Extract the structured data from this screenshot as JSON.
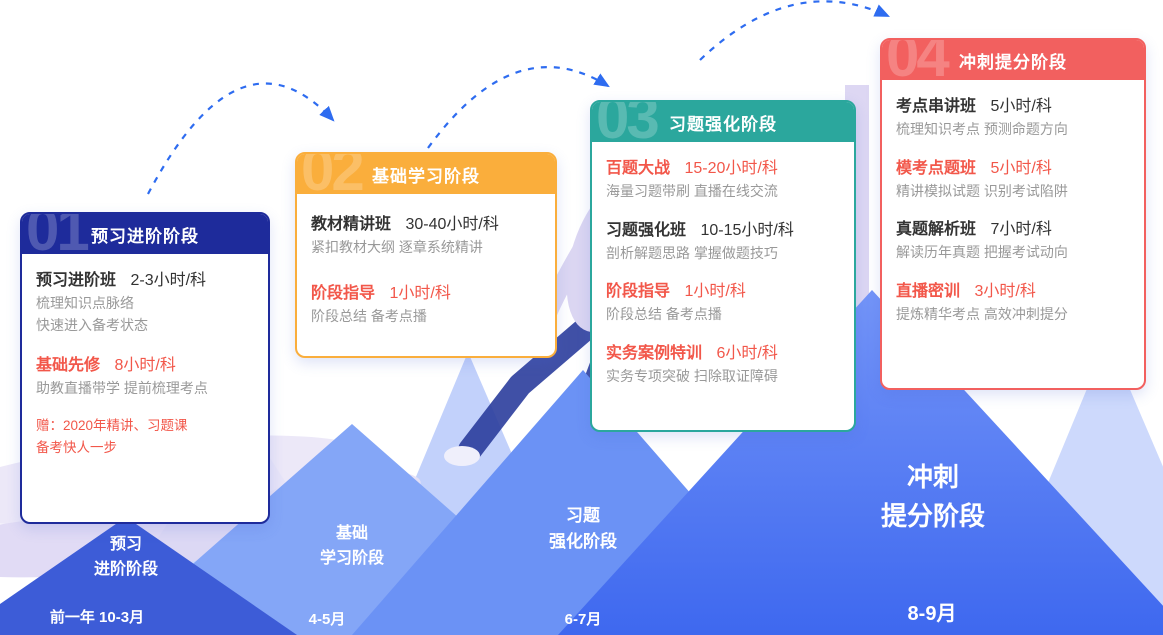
{
  "colors": {
    "accent_red": "#F2574A",
    "text_dark": "#333333",
    "text_gray": "#999999",
    "arrow_blue": "#2E6CF0",
    "card_themes": {
      "stage1": "#1E2B9B",
      "stage2": "#FAAE3C",
      "stage3": "#2BA79D",
      "stage4": "#F2605F"
    },
    "mountain_dark": "#3D5CD7",
    "mountain_light": "#84A6F7",
    "mountain_medium": "#6B92F5",
    "mountain_main_top": "#7495F8",
    "mountain_main_bottom": "#3E68EF"
  },
  "cards": [
    {
      "number": "01",
      "title": "预习进阶阶段",
      "items": [
        {
          "name": "预习进阶班",
          "time": "2-3小时/科",
          "accent": false,
          "desc": [
            "梳理知识点脉络",
            "快速进入备考状态"
          ]
        },
        {
          "name": "基础先修",
          "time": "8小时/科",
          "accent": true,
          "desc": [
            "助教直播带学 提前梳理考点"
          ]
        }
      ],
      "note": [
        "赠：2020年精讲、习题课",
        "备考快人一步"
      ]
    },
    {
      "number": "02",
      "title": "基础学习阶段",
      "items": [
        {
          "name": "教材精讲班",
          "time": "30-40小时/科",
          "accent": false,
          "desc": [
            "紧扣教材大纲 逐章系统精讲"
          ]
        },
        {
          "name": "阶段指导",
          "time": "1小时/科",
          "accent": true,
          "desc": [
            "阶段总结 备考点播"
          ]
        }
      ]
    },
    {
      "number": "03",
      "title": "习题强化阶段",
      "items": [
        {
          "name": "百题大战",
          "time": "15-20小时/科",
          "accent": true,
          "desc": [
            "海量习题带刷 直播在线交流"
          ]
        },
        {
          "name": "习题强化班",
          "time": "10-15小时/科",
          "accent": false,
          "desc": [
            "剖析解题思路 掌握做题技巧"
          ]
        },
        {
          "name": "阶段指导",
          "time": "1小时/科",
          "accent": true,
          "desc": [
            "阶段总结 备考点播"
          ]
        },
        {
          "name": "实务案例特训",
          "time": "6小时/科",
          "accent": true,
          "desc": [
            "实务专项突破 扫除取证障碍"
          ]
        }
      ]
    },
    {
      "number": "04",
      "title": "冲刺提分阶段",
      "items": [
        {
          "name": "考点串讲班",
          "time": "5小时/科",
          "accent": false,
          "desc": [
            "梳理知识考点 预测命题方向"
          ]
        },
        {
          "name": "模考点题班",
          "time": "5小时/科",
          "accent": true,
          "desc": [
            "精讲模拟试题 识别考试陷阱"
          ]
        },
        {
          "name": "真题解析班",
          "time": "7小时/科",
          "accent": false,
          "desc": [
            "解读历年真题 把握考试动向"
          ]
        },
        {
          "name": "直播密训",
          "time": "3小时/科",
          "accent": true,
          "desc": [
            "提炼精华考点 高效冲刺提分"
          ]
        }
      ]
    }
  ],
  "mountains": [
    {
      "label_lines": [
        "预习",
        "进阶阶段"
      ],
      "period": "前一年 10-3月"
    },
    {
      "label_lines": [
        "基础",
        "学习阶段"
      ],
      "period": "4-5月"
    },
    {
      "label_lines": [
        "习题",
        "强化阶段"
      ],
      "period": "6-7月"
    },
    {
      "label_lines": [
        "冲刺",
        "提分阶段"
      ],
      "period": "8-9月"
    }
  ]
}
